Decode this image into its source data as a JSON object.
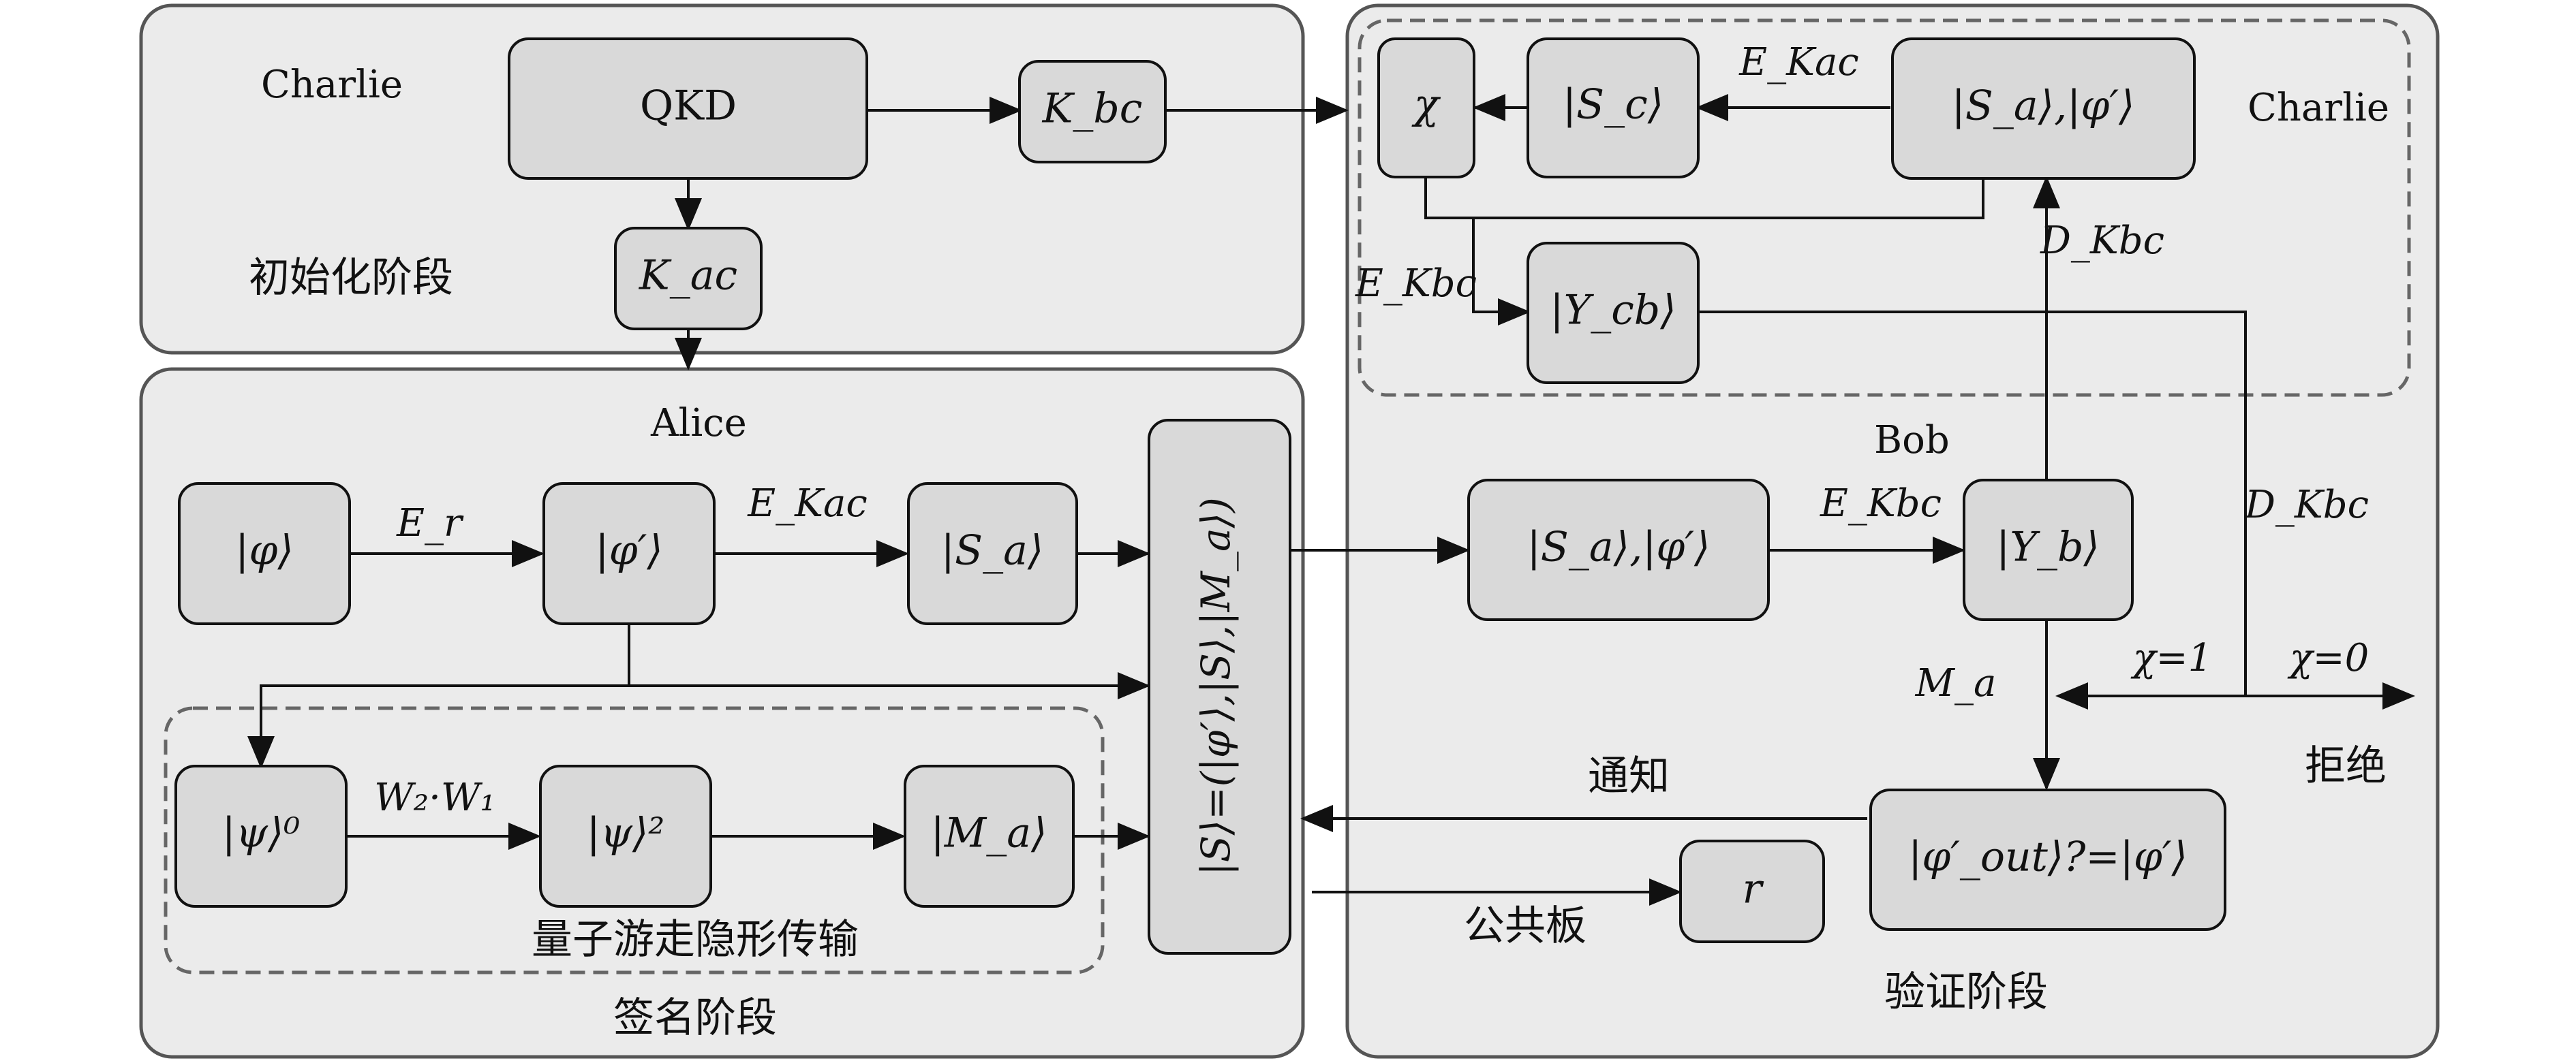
{
  "regions": {
    "init": {
      "title": "初始化阶段",
      "actor": "Charlie"
    },
    "sign": {
      "title": "签名阶段",
      "actor": "Alice",
      "subgroup": "量子游走隐形传输"
    },
    "verify": {
      "title": "验证阶段",
      "actor": "Bob",
      "subgroup_actor": "Charlie"
    }
  },
  "boxes": {
    "qkd": "QKD",
    "k_bc": "K_bc",
    "k_ac": "K_ac",
    "phi": "|φ⟩",
    "phi_prime": "|φ′⟩",
    "s_a": "|S_a⟩",
    "psi0": "|ψ⟩⁰",
    "psi2": "|ψ⟩²",
    "m_a": "|M_a⟩",
    "signature": "|S⟩=(|φ′⟩,|S⟩,|M_a⟩)",
    "bob_sa_phi": "|S_a⟩,|φ′⟩",
    "y_b": "|Y_b⟩",
    "verify_check": "|φ′_out⟩?=|φ′⟩",
    "r": "r",
    "chi": "χ",
    "s_c": "|S_c⟩",
    "charlie_sa_phi": "|S_a⟩,|φ′⟩",
    "y_cb": "|Y_cb⟩"
  },
  "edges": {
    "e_r": "E_r",
    "e_kac_alice": "E_Kac",
    "w2w1": "W₂·W₁",
    "e_kbc_bob": "E_Kbc",
    "m_a_label": "M_a",
    "notify": "通知",
    "public_board": "公共板",
    "e_kac_charlie": "E_Kac",
    "d_kbc_up": "D_Kbc",
    "e_kbc_charlie": "E_Kbc",
    "d_kbc_right": "D_Kbc",
    "chi1": "χ=1",
    "chi0": "χ=0",
    "reject": "拒绝"
  }
}
